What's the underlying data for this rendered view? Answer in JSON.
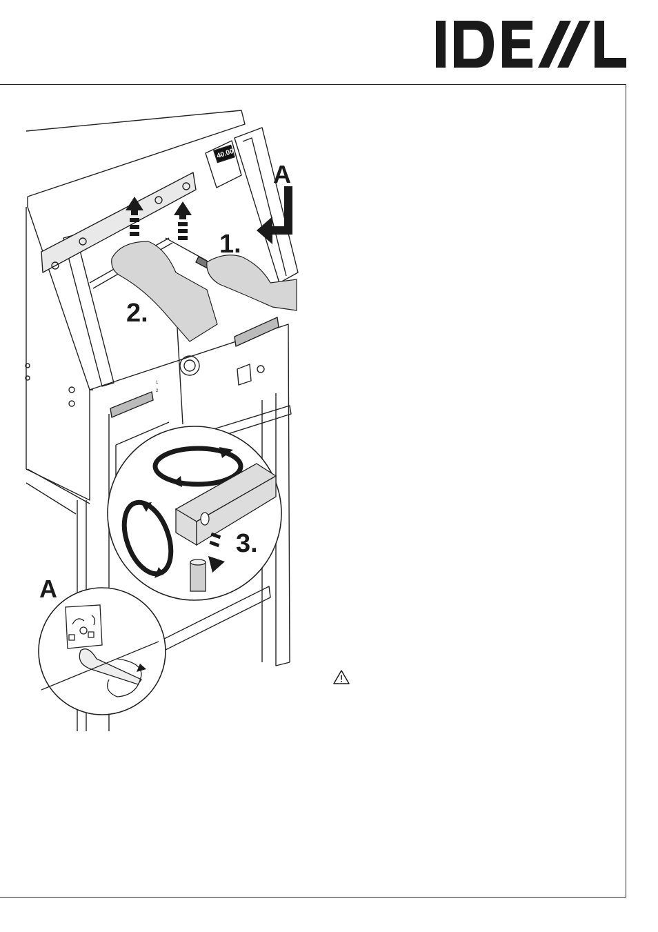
{
  "brand": {
    "logo_text": "IDEAL"
  },
  "illustration": {
    "display_value": "40.00",
    "callout_a_top": "A",
    "step_1": "1.",
    "step_2": "2.",
    "step_3": "3.",
    "callout_a_detail": "A",
    "panel_mark_1": "1",
    "panel_mark_2": "2"
  },
  "icons": {
    "warning": "warning-triangle-icon"
  }
}
